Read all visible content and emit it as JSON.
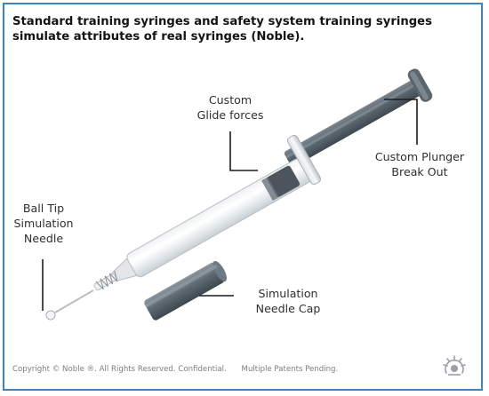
{
  "title": "Standard training syringes and safety system training syringes simulate attributes of real syringes (Noble).",
  "labels": {
    "glide_line1": "Custom",
    "glide_line2": "Glide forces",
    "plunger_line1": "Custom Plunger",
    "plunger_line2": "Break Out",
    "ball_line1": "Ball Tip",
    "ball_line2": "Simulation",
    "ball_line3": "Needle",
    "cap_line1": "Simulation",
    "cap_line2": "Needle Cap"
  },
  "footer": {
    "copyright": "Copyright © Noble ®. All Rights Reserved. Confidential.",
    "patents": "Multiple Patents Pending."
  },
  "colors": {
    "frame": "#3a84c4",
    "plunger": "#58636d",
    "cap": "#5d6972",
    "leader": "#1c1c1c"
  },
  "icons": {
    "logo": "noble-sunburst-logo-icon"
  }
}
